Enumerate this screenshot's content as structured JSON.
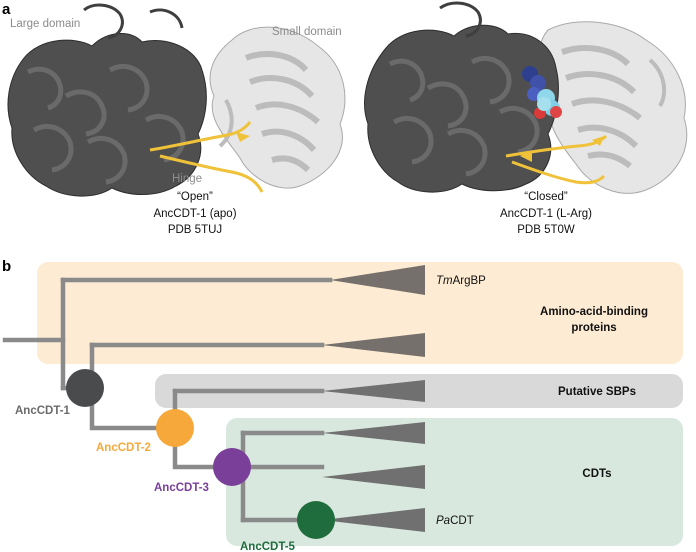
{
  "panel_a": {
    "label": "a",
    "large_domain": "Large domain",
    "small_domain": "Small domain",
    "hinge": "Hinge",
    "open": {
      "state": "“Open”",
      "name": "AncCDT-1 (apo)",
      "pdb": "PDB 5TUJ"
    },
    "closed": {
      "state": "“Closed”",
      "name": "AncCDT-1 (L-Arg)",
      "pdb": "PDB 5T0W"
    }
  },
  "panel_b": {
    "label": "b",
    "groups": {
      "aabp_line1": "Amino-acid-binding",
      "aabp_line2": "proteins",
      "sbps": "Putative SBPs",
      "cdts": "CDTs"
    },
    "leaves": {
      "tm_italic": "Tm",
      "tm_rest": "ArgBP",
      "pa_italic": "Pa",
      "pa_rest": "CDT"
    },
    "nodes": [
      {
        "name": "AncCDT-1",
        "color": "#4a4b4d"
      },
      {
        "name": "AncCDT-2",
        "color": "#f6a93a"
      },
      {
        "name": "AncCDT-3",
        "color": "#7a3f98"
      },
      {
        "name": "AncCDT-5",
        "color": "#1f6d3c"
      }
    ],
    "colors": {
      "aabp_bg": "#fdebd3",
      "sbps_bg": "#d9d9d9",
      "cdts_bg": "#d8e8df",
      "branch": "#8a8a8a",
      "clade_triangle": "#6e6e6e",
      "large_domain": "#5a5a5a",
      "small_domain": "#e3e3e3",
      "hinge": "#f2c744"
    }
  }
}
